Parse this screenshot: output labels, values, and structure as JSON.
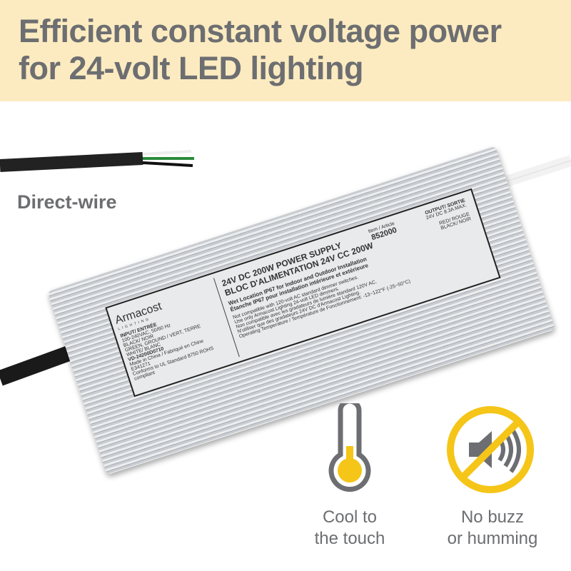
{
  "headline": {
    "line1": "Efficient constant voltage power",
    "line2": "for 24-volt LED lighting"
  },
  "direct_wire": "Direct-wire",
  "product_label": {
    "brand": "Armacost",
    "brand_sub": "LIGHTING",
    "input": "INPUT/ ENTRÉE",
    "input_spec": "100-240VAC, 50/60 Hz",
    "wires": [
      "BLACK/ NOIR",
      "GREEN, GROUND / VERT, TERRE",
      "WHITE/ BLANC"
    ],
    "model": "VD-24200D0710",
    "made_in": "Made in China / Fabriqué en Chine",
    "cert": "E341271",
    "conforms": "Conforms to UL Standard 8750 ROHS compliant",
    "title1": "24V DC 200W POWER SUPPLY",
    "title2": "BLOC D'ALIMENTATION 24V CC 200W",
    "wet1": "Wet Location IP67 for Indoor and Outdoor Installation",
    "wet2": "Étanche IP67 pour installation intérieure et extérieure",
    "notes": [
      "Not compatible with 120-volt AC standard dimmer switches.",
      "Use only Armacost Lighting 24-volt LED dimmers.",
      "Non compatible avec les gradateurs de lumière standard 120V AC.",
      "N'utiliser que des gradateurs 24V DC d'Armacost Lighting.",
      "Operating Temperature / Température de Fonctionnement: -13~122°F (-25~50°C)"
    ],
    "item_label": "Item / Article",
    "item_number": "852000",
    "output": "OUTPUT/ SORTIE",
    "output_spec": "24V DC 8.3A MAX.",
    "red": "RED/ ROUGE",
    "black": "BLACK/ NOIR"
  },
  "features": [
    {
      "icon": "thermometer-icon",
      "line1": "Cool to",
      "line2": "the touch"
    },
    {
      "icon": "no-sound-icon",
      "line1": "No buzz",
      "line2": "or humming"
    }
  ],
  "colors": {
    "banner": "#fcebc0",
    "text": "#6d6e71",
    "accent": "#f5c518"
  }
}
